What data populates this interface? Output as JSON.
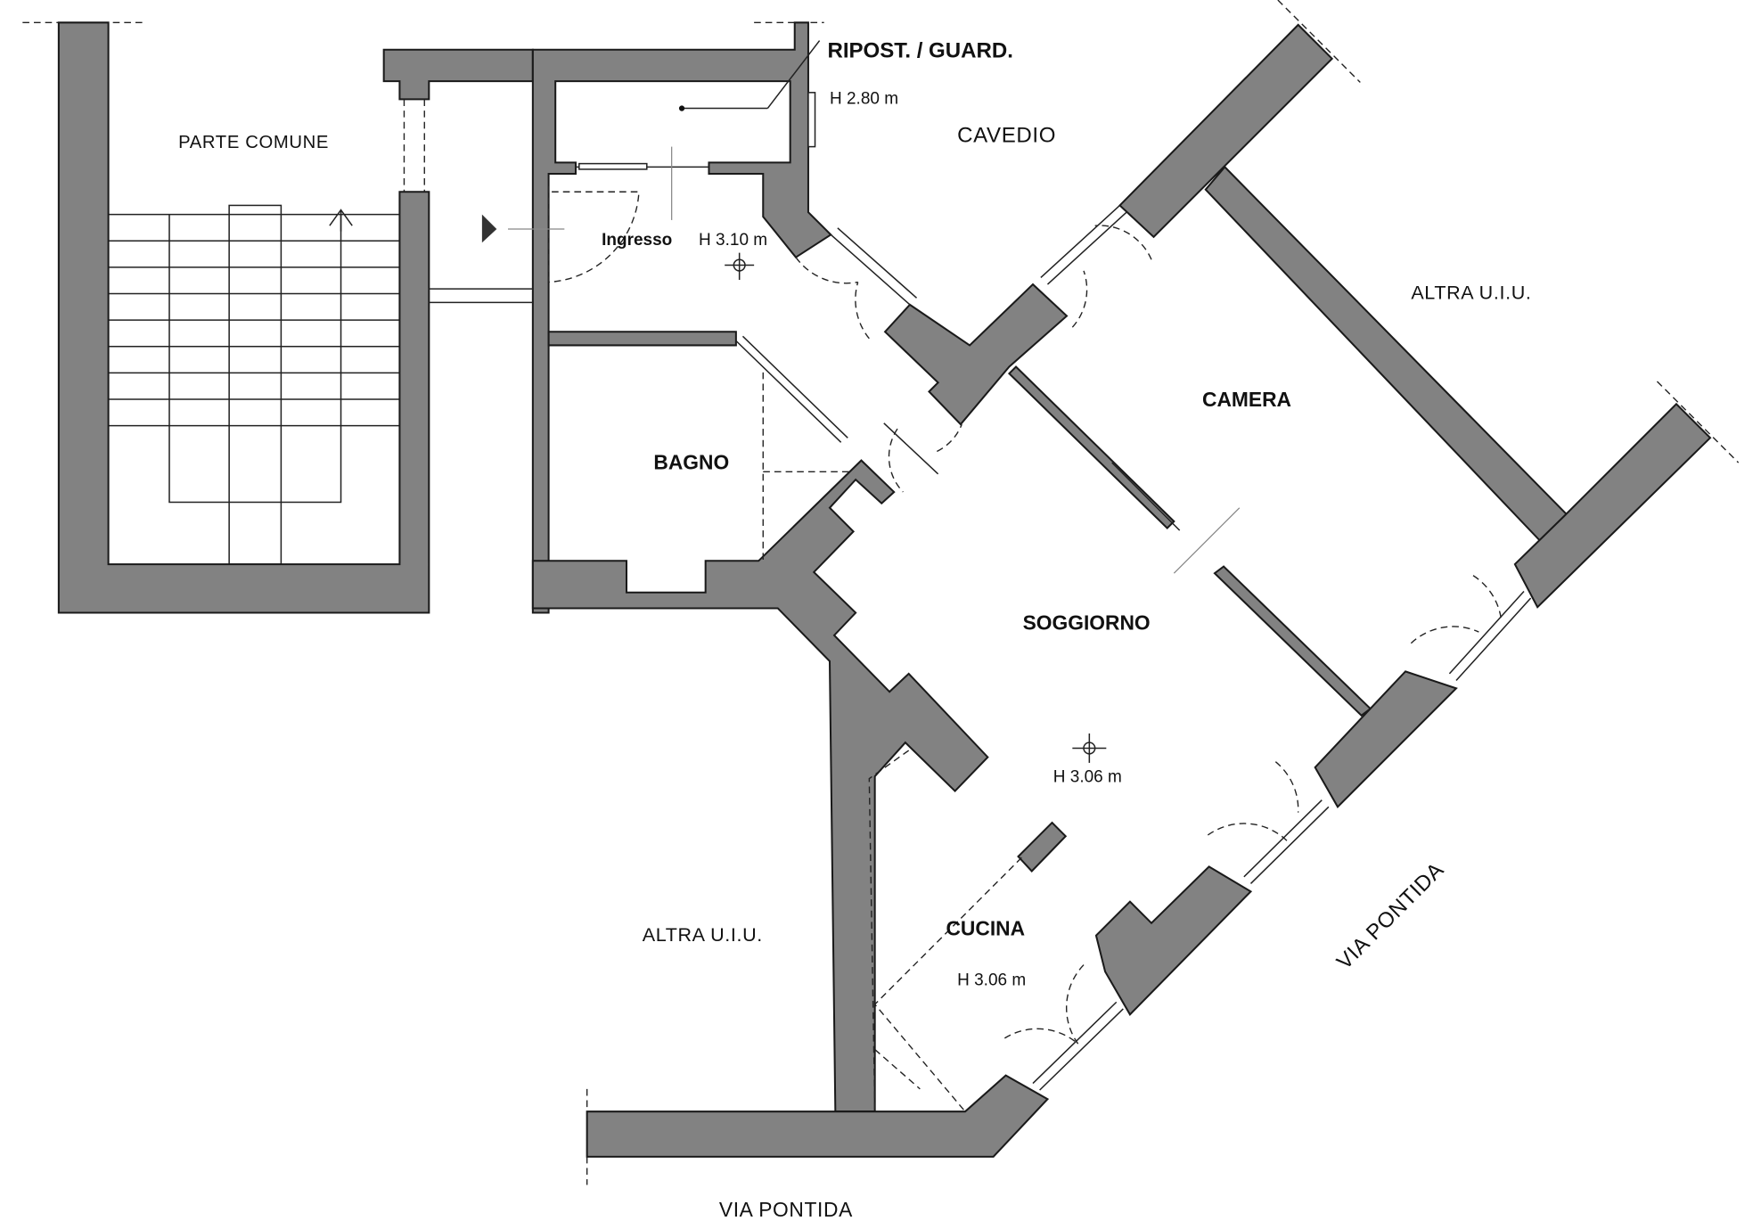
{
  "rooms": {
    "parte_comune": "PARTE COMUNE",
    "ripostiglio": "RIPOST. / GUARD.",
    "ripostiglio_height": "H 2.80 m",
    "cavedio": "CAVEDIO",
    "ingresso": "Ingresso",
    "ingresso_height": "H 3.10 m",
    "altra_uiu_right": "ALTRA U.I.U.",
    "camera": "CAMERA",
    "bagno": "BAGNO",
    "soggiorno": "SOGGIORNO",
    "soggiorno_height": "H 3.06 m",
    "altra_uiu_left": "ALTRA U.I.U.",
    "cucina": "CUCINA",
    "cucina_height": "H 3.06 m"
  },
  "streets": {
    "diagonal": "VIA PONTIDA",
    "bottom": "VIA PONTIDA"
  },
  "colors": {
    "wall": "#828282",
    "line": "#1a1a1a"
  }
}
